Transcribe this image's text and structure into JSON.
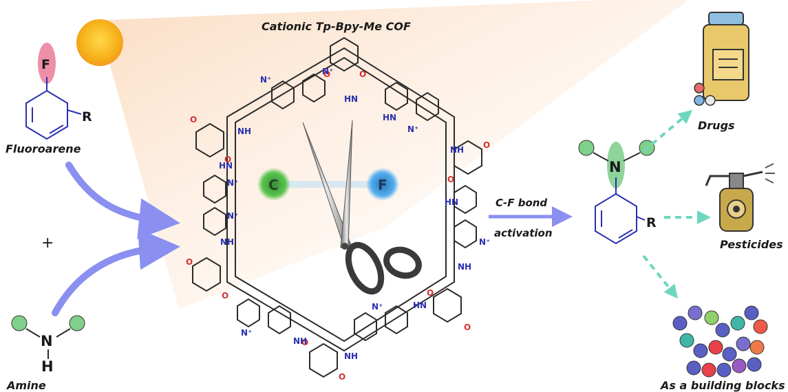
{
  "title": "Cationic Tp-Bpy-Me COF",
  "reactants": {
    "fluoroarene": {
      "label": "Fluoroarene",
      "atom_f": "F",
      "sub_r": "R"
    },
    "plus": "+",
    "amine": {
      "label": "Amine",
      "atom_n": "N",
      "atom_h": "H"
    }
  },
  "scissor_atoms": {
    "left": "C",
    "right": "F"
  },
  "arrow_text": {
    "line1": "C-F bond",
    "line2": "activation"
  },
  "product": {
    "atom_n": "N",
    "sub_r": "R"
  },
  "applications": [
    "Drugs",
    "Pesticides",
    "As a building blocks"
  ],
  "framework_labels": {
    "nh": "NH",
    "hn": "HN",
    "o": "O",
    "nplus": "N⁺",
    "plus_sign": "+"
  },
  "colors": {
    "sun": "#f6b21a",
    "arrow_blue": "#8a8ff0",
    "arrow_teal": "#6fd6bf",
    "ring_blue": "#2a2fb0",
    "f_highlight": "#ee8faa",
    "n_highlight": "#8fd49a",
    "green_ball": "#7fd08a"
  }
}
